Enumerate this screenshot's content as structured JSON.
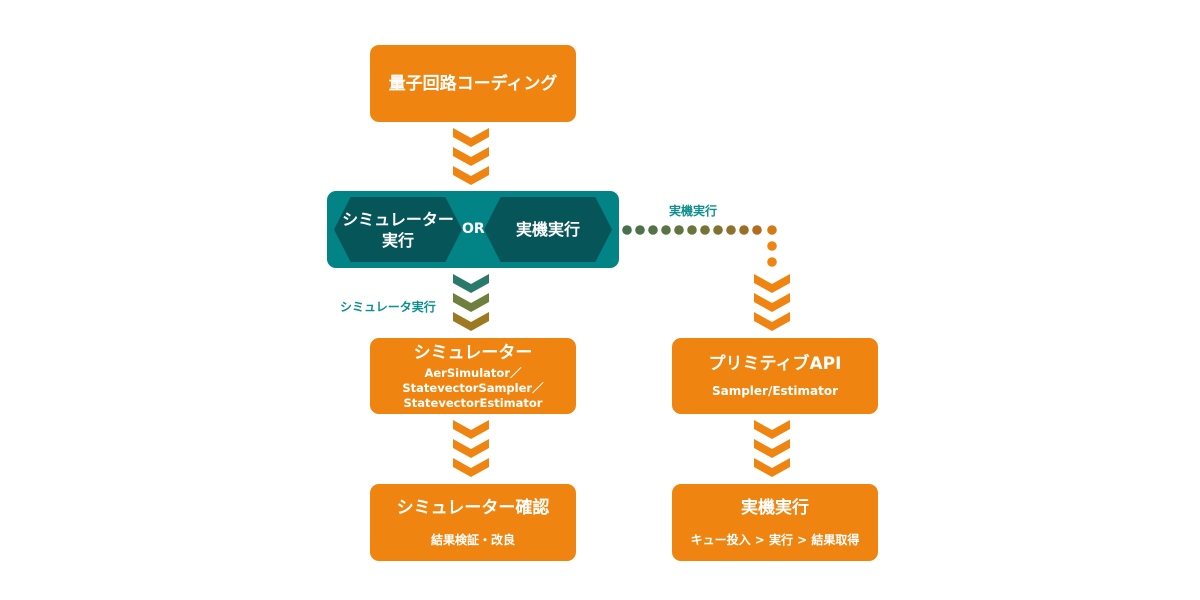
{
  "nodes": {
    "coding": {
      "title": "量子回路コーディング"
    },
    "choice": {
      "simulator": "シミュレーター\n実行",
      "or": "OR",
      "real": "実機実行"
    },
    "simulator": {
      "title": "シミュレーター",
      "lines": [
        "AerSimulator／",
        "StatevectorSampler／",
        "StatevectorEstimator"
      ]
    },
    "sim_check": {
      "title": "シミュレーター確認",
      "sub": "結果検証・改良"
    },
    "primitive": {
      "title": "プリミティブAPI",
      "sub": "Sampler/Estimator"
    },
    "real_exec": {
      "title": "実機実行",
      "sub": "キュー投入 > 実行 > 結果取得"
    }
  },
  "edge_labels": {
    "real": "実機実行",
    "sim": "シミュレータ実行"
  },
  "colors": {
    "node": "#ef8510",
    "choice_bg": "#028386",
    "choice_hex": "#065559",
    "label": "#0e8e8c"
  }
}
